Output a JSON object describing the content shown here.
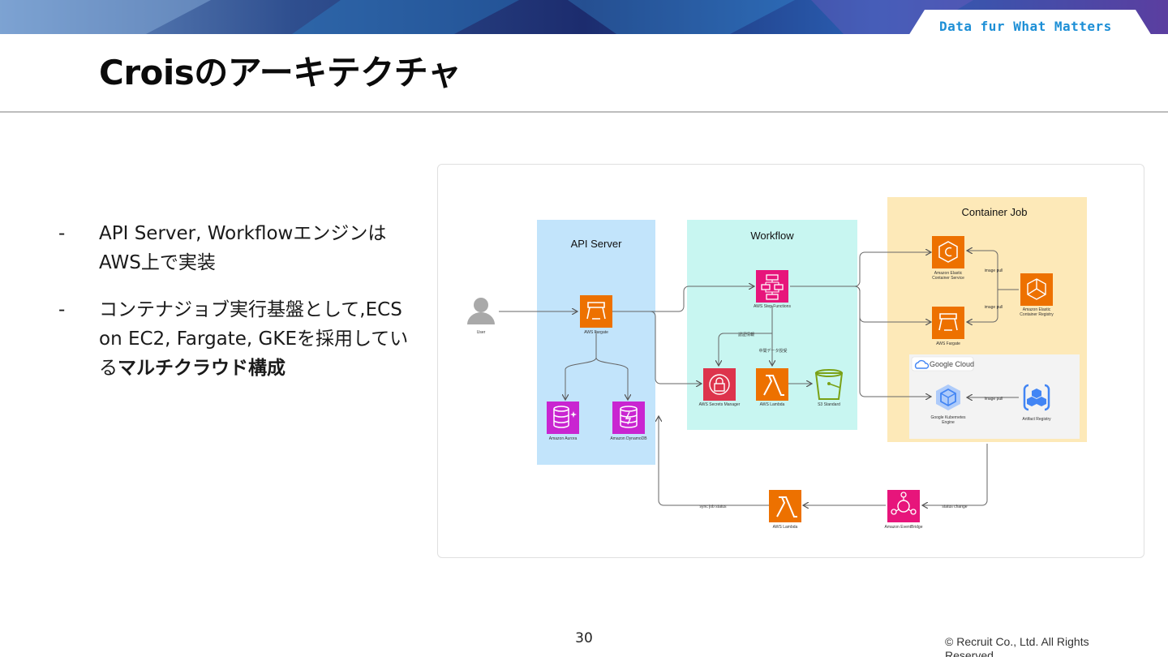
{
  "header": {
    "tagline": "Data fur What Matters",
    "title": "Croisのアーキテクチャ",
    "colors": {
      "band_dark": "#1c2c6e",
      "band_light": "#3a86d8",
      "accent": "#1d8fd6"
    }
  },
  "bullets": [
    {
      "text": "API Server, Workflowエンジンは AWS上で実装",
      "bold": ""
    },
    {
      "text": "コンテナジョブ実行基盤として,ECS on EC2, Fargate, GKEを採用している",
      "bold": "マルチクラウド構成"
    }
  ],
  "bullet_marker": "-",
  "diagram": {
    "groups": {
      "api_server": "API Server",
      "workflow": "Workflow",
      "container_job": "Container Job",
      "google_cloud": "Google Cloud"
    },
    "nodes": {
      "user": "User",
      "fargate_api": "AWS Fargate",
      "aurora": "Amazon Aurora",
      "dynamodb": "Amazon DynamoDB",
      "step_functions": "AWS Step Functions",
      "secrets_manager": "AWS Secrets Manager",
      "lambda_wf": "AWS Lambda",
      "s3": "S3 Standard",
      "ecs_line1": "Amazon Elastic",
      "ecs_line2": "Container Service",
      "fargate_job": "AWS Fargate",
      "ecr_line1": "Amazon Elastic",
      "ecr_line2": "Container Registry",
      "gke_line1": "Google Kubernetes",
      "gke_line2": "Engine",
      "artifact_registry": "Artifact Registry",
      "lambda_sync": "AWS Lambda",
      "eventbridge": "Amazon EventBridge"
    },
    "edge_labels": {
      "auth": "認証情報",
      "intermediate": "中間データ授受",
      "image_pull_1": "image pull",
      "image_pull_2": "image pull",
      "image_pull_3": "image pull",
      "status_change": "status change",
      "sync_status": "sync job status"
    },
    "colors": {
      "api_bg": "#c2e4fb",
      "workflow_bg": "#c8f6f1",
      "container_bg": "#fde9b8",
      "gcp_bg": "#f3f3f3",
      "orange": "#ed7100",
      "magenta": "#e7157b",
      "purple": "#c925d1",
      "green": "#7aa116",
      "gcp_blue": "#4285f4"
    }
  },
  "footer": {
    "page_number": "30",
    "copyright": "© Recruit Co., Ltd. All Rights Reserved"
  }
}
